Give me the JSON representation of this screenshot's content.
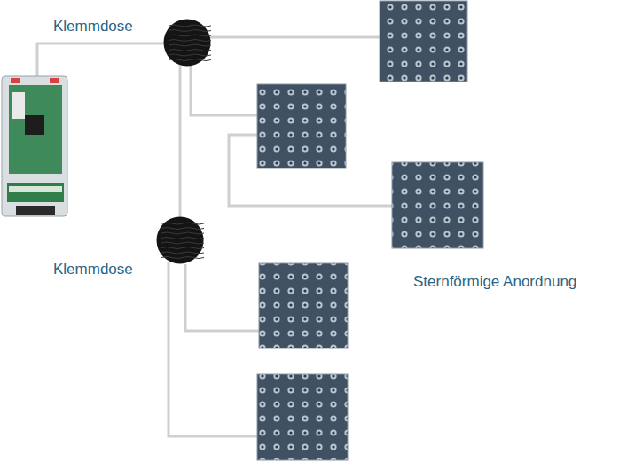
{
  "diagram": {
    "nodes": [
      {
        "text": [
          "Klemmdose"
        ]
      },
      {
        "text": [
          "Klemmdose"
        ]
      }
    ],
    "edges": [
      {
        "from": 0,
        "to": 1,
        "arrow": "none"
      }
    ],
    "labels": [
      "Sternförmige Anordnung"
    ]
  }
}
